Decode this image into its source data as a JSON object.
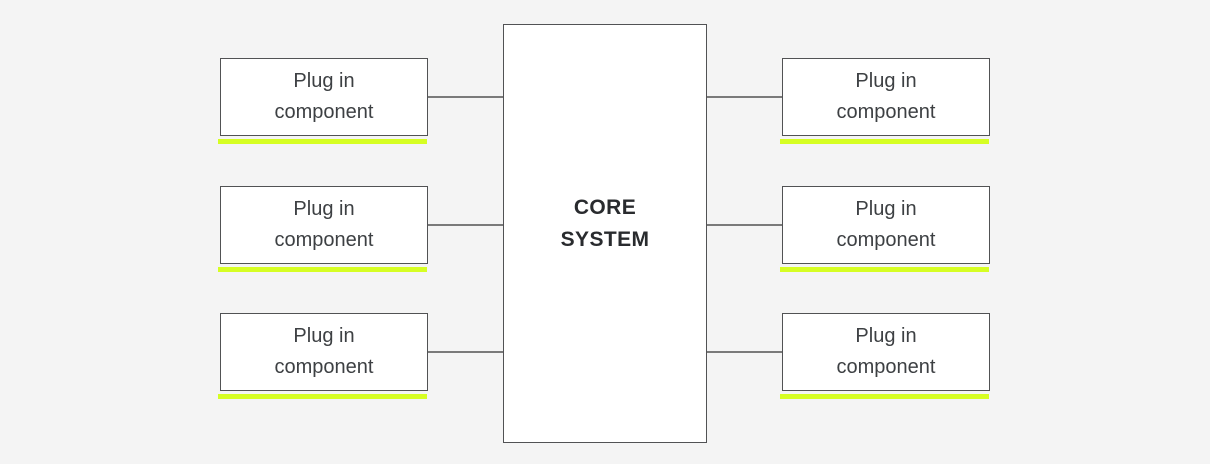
{
  "colors": {
    "background": "#f4f4f4",
    "node_fill": "#ffffff",
    "node_border": "#515254",
    "connector": "#7a7a7a",
    "accent_underline": "#d6fe23",
    "plugin_text": "#3d4043",
    "core_text": "#292b2e"
  },
  "diagram": {
    "type": "architecture-diagram",
    "core_node": {
      "label": "CORE SYSTEM",
      "lines": [
        "CORE",
        "SYSTEM"
      ]
    },
    "plugin_nodes": [
      {
        "position": "left-top",
        "label": "Plug in component",
        "lines": [
          "Plug in",
          "component"
        ]
      },
      {
        "position": "left-middle",
        "label": "Plug in component",
        "lines": [
          "Plug in",
          "component"
        ]
      },
      {
        "position": "left-bottom",
        "label": "Plug in component",
        "lines": [
          "Plug in",
          "component"
        ]
      },
      {
        "position": "right-top",
        "label": "Plug in component",
        "lines": [
          "Plug in",
          "component"
        ]
      },
      {
        "position": "right-middle",
        "label": "Plug in component",
        "lines": [
          "Plug in",
          "component"
        ]
      },
      {
        "position": "right-bottom",
        "label": "Plug in component",
        "lines": [
          "Plug in",
          "component"
        ]
      }
    ],
    "connectors": [
      {
        "from": "plugin-left-top",
        "to": "core"
      },
      {
        "from": "plugin-left-middle",
        "to": "core"
      },
      {
        "from": "plugin-left-bottom",
        "to": "core"
      },
      {
        "from": "core",
        "to": "plugin-right-top"
      },
      {
        "from": "core",
        "to": "plugin-right-middle"
      },
      {
        "from": "core",
        "to": "plugin-right-bottom"
      }
    ]
  }
}
